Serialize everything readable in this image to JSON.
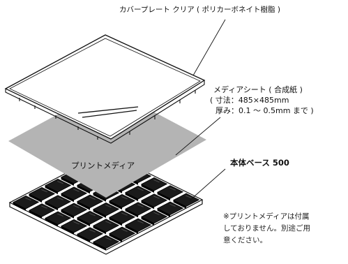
{
  "labels": {
    "cover_plate": "カバープレート クリア ( ポリカーボネイト樹脂 )",
    "media_sheet": "メディアシート ( 合成紙 )",
    "media_sheet_size": "( 寸法：485×485mm",
    "media_sheet_thickness": "厚み：0.1 ～ 0.5mm まで )",
    "print_media": "プリントメディア",
    "base": "本体ベース 500"
  },
  "note": {
    "line1": "※プリントメディアは付属",
    "line2": "しておりません。別途ご用",
    "line3": "意ください。"
  },
  "colors": {
    "sheet_gray": "#b4b4b4",
    "tile_black": "#1a1a1a",
    "outline": "#111111"
  }
}
